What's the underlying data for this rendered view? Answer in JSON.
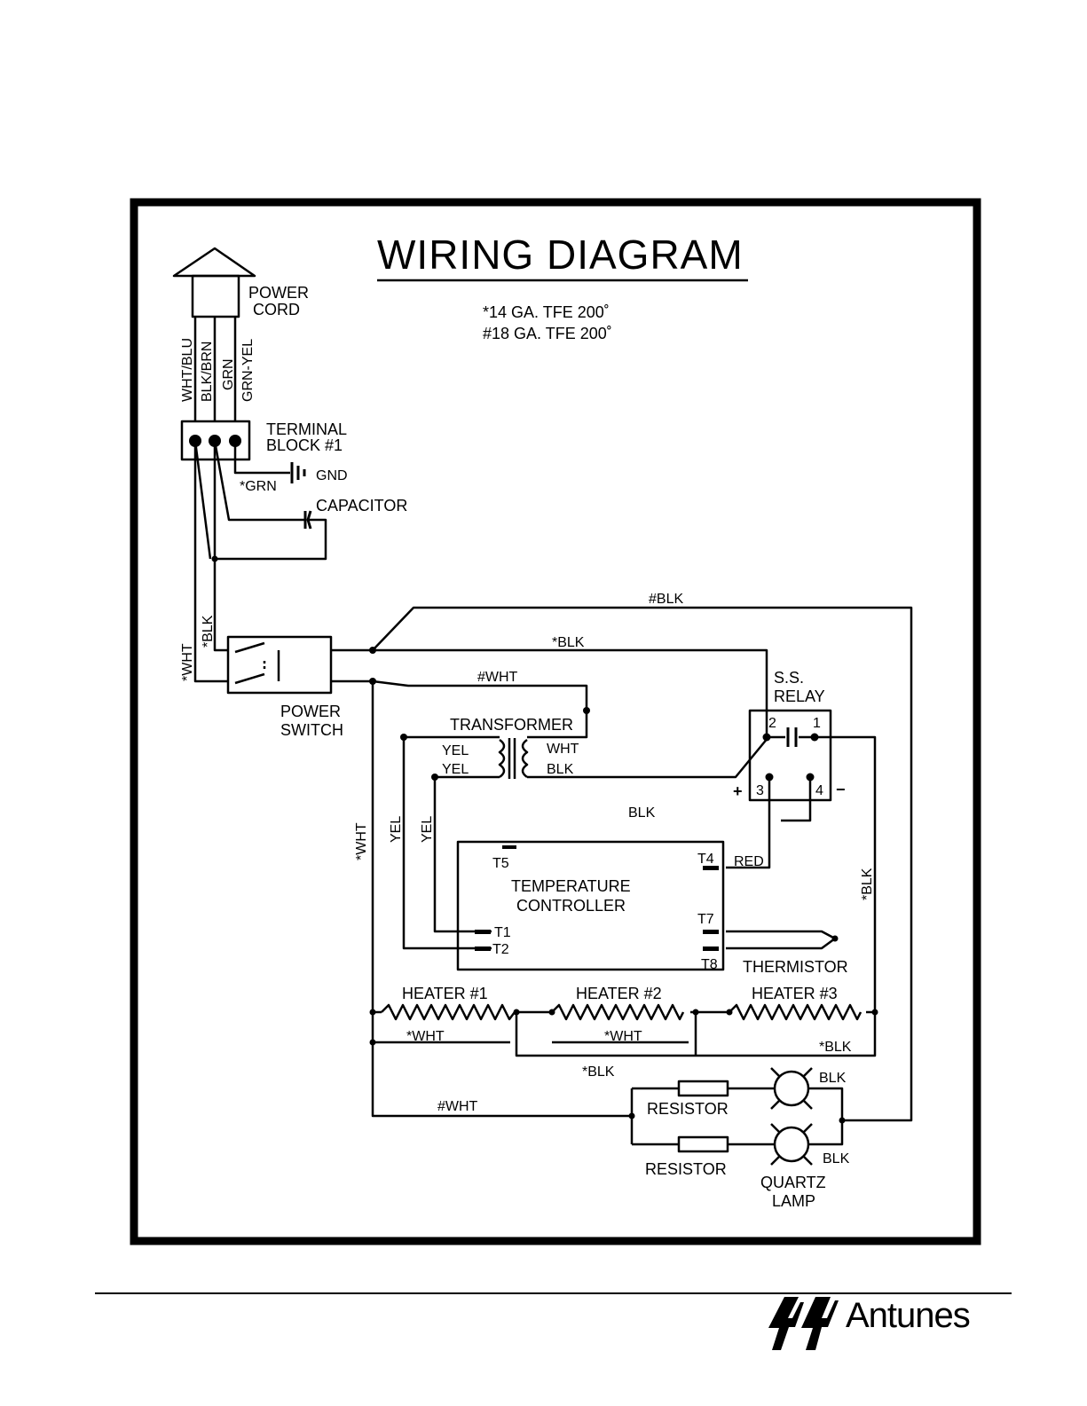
{
  "title": "WIRING DIAGRAM",
  "wire_notes": [
    "*14  GA.  TFE  200˚",
    "#18  GA.  TFE  200˚"
  ],
  "components": {
    "power_cord": "POWER CORD",
    "terminal_block": "TERMINAL BLOCK  #1",
    "ground": "GND",
    "capacitor": "CAPACITOR",
    "power_switch": "POWER SWITCH",
    "transformer": "TRANSFORMER",
    "ss_relay": "S.S. RELAY",
    "temperature_controller": "TEMPERATURE CONTROLLER",
    "thermistor": "THERMISTOR",
    "heater_1": "HEATER  #1",
    "heater_2": "HEATER  #2",
    "heater_3": "HEATER  #3",
    "resistor_1": "RESISTOR",
    "resistor_2": "RESISTOR",
    "quartz_lamp": "QUARTZ LAMP"
  },
  "cord_wires": [
    "WHT/BLU",
    "BLK/BRN",
    "GRN",
    "GRN-YEL"
  ],
  "relay_terminals": [
    "1",
    "2",
    "3",
    "4",
    "+",
    "−"
  ],
  "controller_terminals": [
    "T1",
    "T2",
    "T4",
    "T5",
    "T7",
    "T8"
  ],
  "wire_labels": {
    "blk_hash_top": "#BLK",
    "blk_star_top": "*BLK",
    "wht_hash_top": "#WHT",
    "grn_star": "*GRN",
    "switch_wht": "*WHT",
    "switch_blk": "*BLK",
    "xf_yel_1": "YEL",
    "xf_yel_2": "YEL",
    "xf_wht": "WHT",
    "xf_blk": "BLK",
    "yel_v1": "YEL",
    "yel_v2": "YEL",
    "left_wht": "*WHT",
    "right_blk": "*BLK",
    "ctrl_blk": "BLK",
    "ctrl_red": "RED",
    "heater_wht_1": "*WHT",
    "heater_wht_2": "*WHT",
    "heater_blk_right": "*BLK",
    "heater_blk_bottom": "*BLK",
    "lamp_wht": "#WHT",
    "lamp_blk_1": "BLK",
    "lamp_blk_2": "BLK"
  },
  "brand": "Antunes",
  "colors": {
    "ink": "#000000",
    "paper": "#ffffff"
  }
}
